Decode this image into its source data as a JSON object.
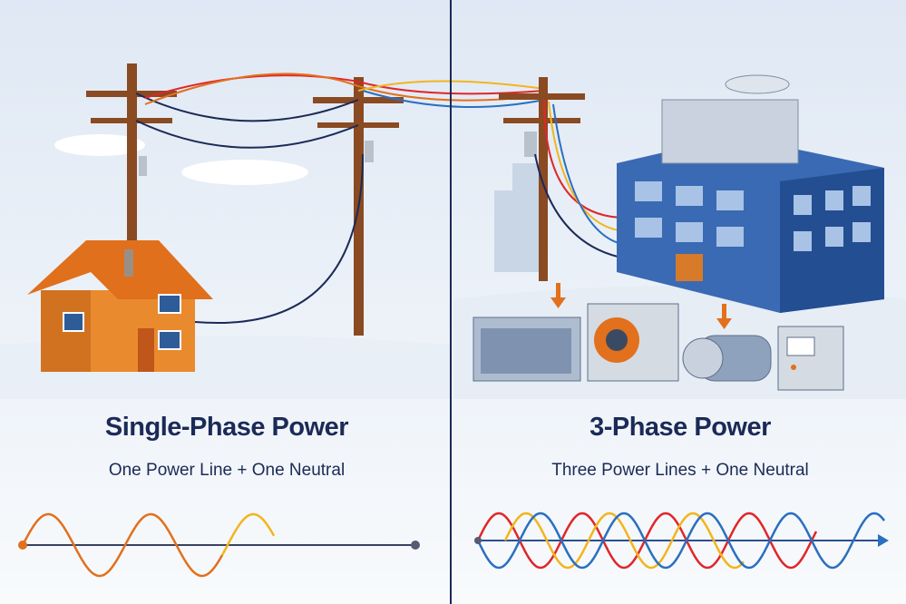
{
  "left": {
    "title": "Single-Phase Power",
    "subtitle": "One Power Line + One Neutral",
    "wave_colors": [
      "#e2701c",
      "#f2b51d"
    ]
  },
  "right": {
    "title": "3-Phase Power",
    "subtitle": "Three Power Lines + One Neutral",
    "wave_colors": [
      "#e0262a",
      "#f2b51d",
      "#2a6fc0"
    ]
  },
  "colors": {
    "title": "#1b2a57",
    "pole": "#8a4a22",
    "house": "#e98a2e",
    "building": "#2f5ea8",
    "divider": "#1b2a57"
  }
}
